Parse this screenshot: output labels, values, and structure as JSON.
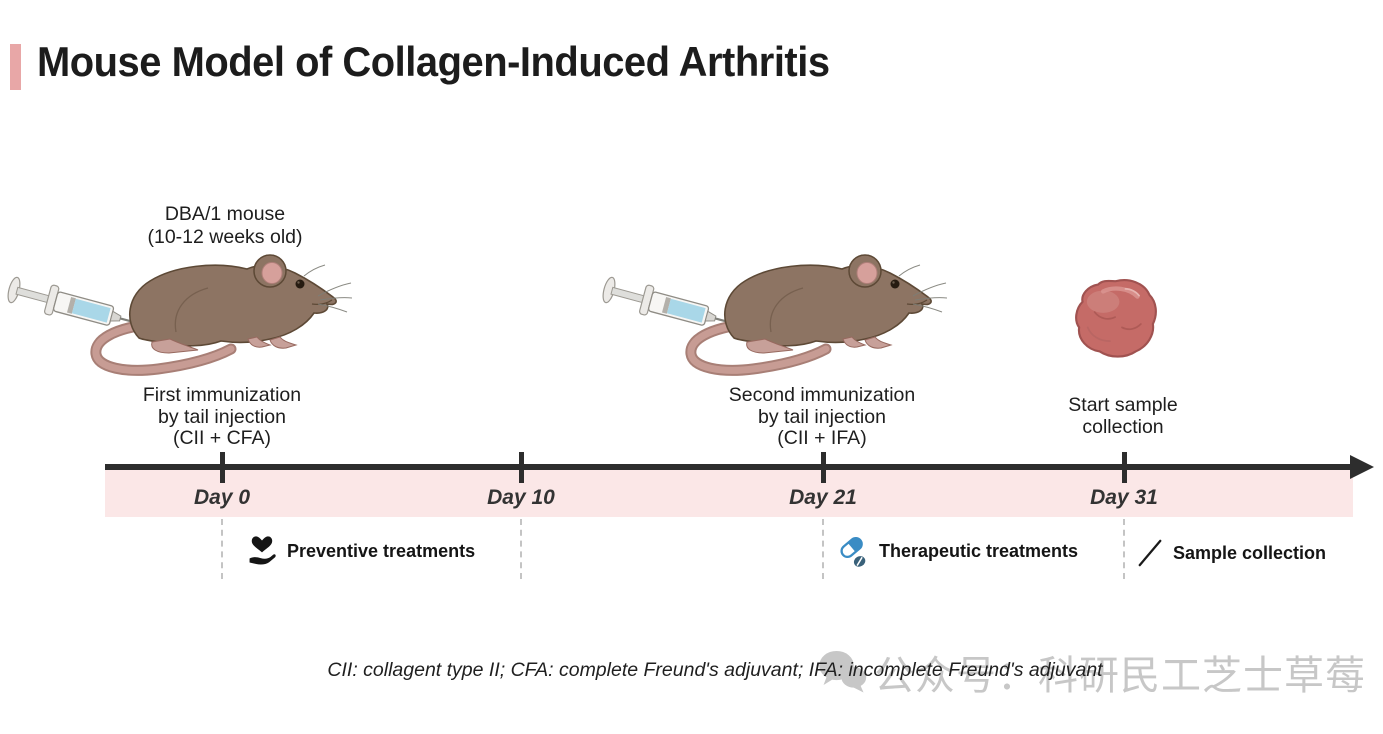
{
  "header": {
    "title": "Mouse Model of Collagen-Induced Arthritis"
  },
  "stages": {
    "mouse1": {
      "top_label": [
        "DBA/1 mouse",
        "(10-12 weeks old)"
      ],
      "caption": [
        "First immunization",
        "by tail injection",
        "(CII + CFA)"
      ]
    },
    "mouse2": {
      "caption": [
        "Second immunization",
        "by tail injection",
        "(CII + IFA)"
      ]
    },
    "sample": {
      "caption": [
        "Start sample",
        "collection"
      ]
    }
  },
  "timeline": {
    "day_labels": [
      "Day 0",
      "Day 10",
      "Day 21",
      "Day 31"
    ]
  },
  "legend": {
    "preventive_label": "Preventive treatments",
    "therapeutic_label": "Therapeutic treatments",
    "sample_label": "Sample collection"
  },
  "footnote": "CII: collagent type II; CFA: complete Freund's adjuvant; IFA: incomplete Freund's adjuvant",
  "watermark": {
    "text": "公众号：科研民工芝士草莓"
  },
  "icons": {
    "syringe": "syringe-icon",
    "mouse": "mouse-illustration",
    "tissue": "tissue-sample-icon",
    "preventive": "heart-in-hand-icon",
    "therapeutic": "pills-icon",
    "sample": "scalpel-icon",
    "watermark": "wechat-icon"
  },
  "colors": {
    "accent_bar": "#e8a7a7",
    "timeline_band": "#fbe7e7",
    "timeline_line": "#2d2d2d",
    "mouse_body": "#8d7463",
    "mouse_tail": "#c79c94",
    "tissue_sample": "#c56b67",
    "capsule_blue": "#3a8cc4",
    "small_pill": "#39617a",
    "watermark_gray": "#9b9b9b"
  }
}
